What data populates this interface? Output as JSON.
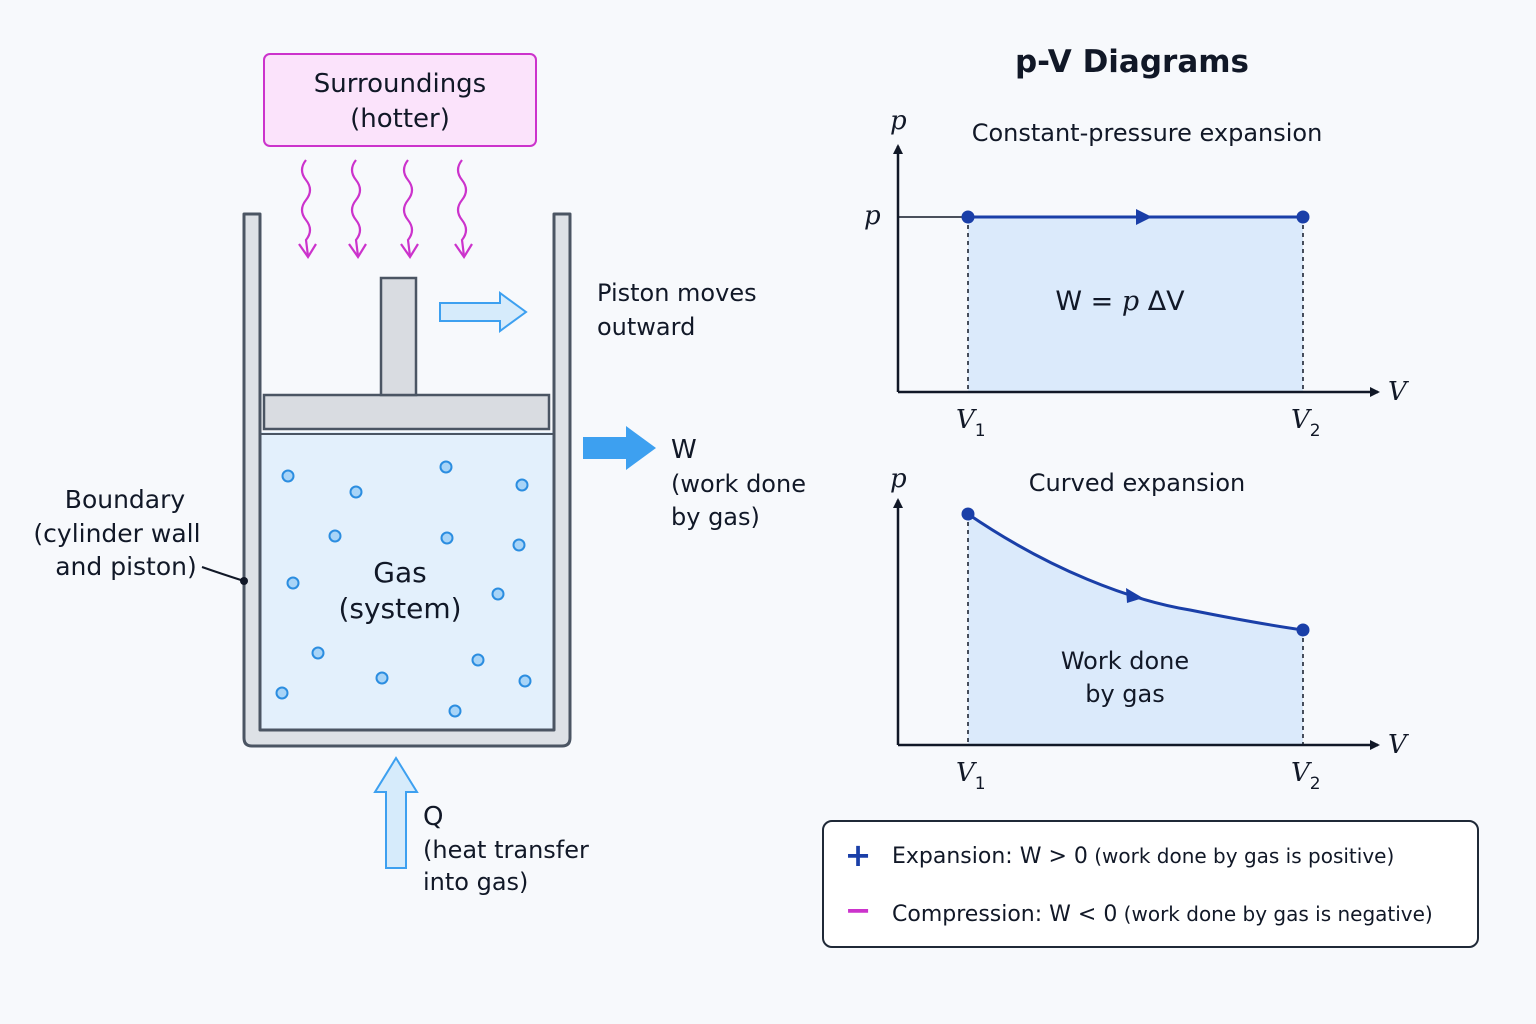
{
  "left": {
    "surroundings": {
      "line1": "Surroundings",
      "line2": "(hotter)"
    },
    "piston_label": {
      "line1": "Piston moves",
      "line2": "outward"
    },
    "work_label": {
      "symbol": "W",
      "line1": "(work done",
      "line2": "by gas)"
    },
    "gas_label": {
      "line1": "Gas",
      "line2": "(system)"
    },
    "boundary_label": {
      "line1": "Boundary",
      "line2": "(cylinder wall",
      "line3": "and piston)"
    },
    "heat_label": {
      "symbol": "Q",
      "line1": "(heat transfer",
      "line2": "into gas)"
    }
  },
  "right": {
    "title": "p-V Diagrams",
    "graph1": {
      "title": "Constant-pressure expansion",
      "y_axis": "p",
      "x_axis": "V",
      "p_tick": "p",
      "v1": "V",
      "v1_sub": "1",
      "v2": "V",
      "v2_sub": "2",
      "formula_a": "W = ",
      "formula_p": "p",
      "formula_b": " ΔV"
    },
    "graph2": {
      "title": "Curved expansion",
      "y_axis": "p",
      "x_axis": "V",
      "v1": "V",
      "v1_sub": "1",
      "v2": "V",
      "v2_sub": "2",
      "area_line1": "Work done",
      "area_line2": "by gas"
    },
    "legend": {
      "plus_symbol": "+",
      "plus_bold": "Expansion: W > 0",
      "plus_rest": " (work done by gas is positive)",
      "minus_symbol": "−",
      "minus_bold": "Compression: W < 0",
      "minus_rest": " (work done by gas is negative)"
    }
  },
  "colors": {
    "heat_magenta": "#cc33cc",
    "surroundings_fill": "#fbe3fb",
    "gas_fill": "#e3f0fc",
    "molecule": "#2b8de0",
    "arrow_blue": "#3da0f0",
    "curve_navy": "#1a3fa8",
    "area_fill": "#dbeafb",
    "wall_gray": "#4b5563"
  }
}
